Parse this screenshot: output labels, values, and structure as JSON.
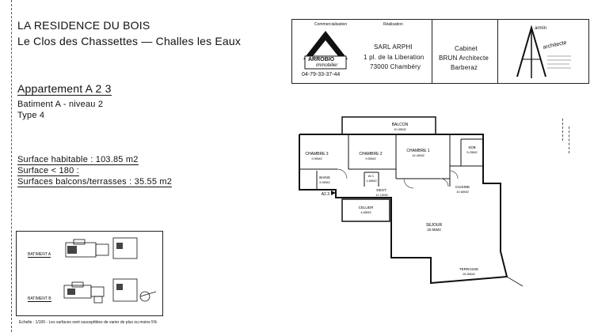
{
  "header": {
    "title": "LA RESIDENCE DU BOIS",
    "subtitle": "Le Clos des Chassettes — Challes les Eaux"
  },
  "apartment": {
    "name": "Appartement A 2 3",
    "building": "Batiment A - niveau 2",
    "type": "Type 4",
    "surface_habitable": "Surface habitable : 103.85 m2",
    "surface_lt180": "Surface < 180 :",
    "surfaces_balcons": "Surfaces balcons/terrasses : 35.55 m2"
  },
  "partners": {
    "commercialisation_label": "Commercialisation",
    "realisation_label": "Réalisation",
    "agency_logo_line1": "ARROBIO",
    "agency_logo_line2": "immobilier",
    "agency_phone": "04-79-33-37-44",
    "builder_name": "SARL ARPHI",
    "builder_address1": "1 pl. de la Liberation",
    "builder_address2": "73000 Chambéry",
    "architect_line1": "Cabinet",
    "architect_line2": "BRUN Architecte",
    "architect_line3": "Barberaz",
    "architect_logo_text1": "armin",
    "architect_logo_text2": "architecte"
  },
  "plan": {
    "rooms": [
      {
        "name": "BALCON",
        "area": "10.05M2"
      },
      {
        "name": "CHAMBRE 3",
        "area": "9.90M2"
      },
      {
        "name": "CHAMBRE 2",
        "area": "9.50M2"
      },
      {
        "name": "CHAMBRE 1",
        "area": "14.40M2"
      },
      {
        "name": "SDB",
        "area": "5.25M2"
      },
      {
        "name": "BAINS",
        "area": "5.90M2"
      },
      {
        "name": "W.C.",
        "area": "1.65M2"
      },
      {
        "name": "DEGT.",
        "area": "12.10M2"
      },
      {
        "name": "CUISINE",
        "area": "10.60M2"
      },
      {
        "name": "CELLIER",
        "area": "4.65M2"
      },
      {
        "name": "SEJOUR",
        "area": "32.55M2"
      },
      {
        "name": "TERRASSE",
        "area": "25.50M2"
      }
    ],
    "unit_label": "A2.3"
  },
  "keyplan": {
    "label_a": "BATIMENT A",
    "label_b": "BATIMENT B"
  },
  "footer": {
    "note": "Echelle : 1/100 - Les surfaces sont susceptibles de varier de plus ou moins 5%"
  }
}
